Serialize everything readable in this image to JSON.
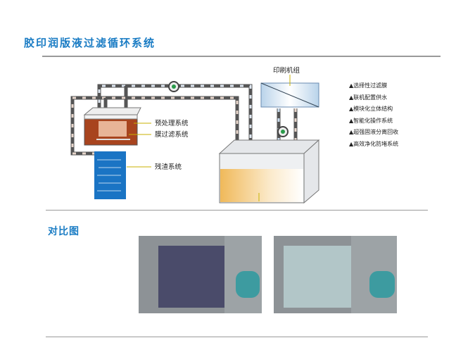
{
  "title": "胶印润版液过滤循环系统",
  "diagram": {
    "labels": {
      "press": "印刷机组",
      "pretreatment": "预处理系统",
      "membrane": "膜过滤系统",
      "residue": "残渣系统"
    },
    "features": [
      "▲选择性过滤膜",
      "▲联机配置供水",
      "▲模块化立体结构",
      "▲智能化操作系统",
      "▲超强固液分离回收",
      "▲高效净化防堵系统"
    ]
  },
  "comparison": {
    "title": "对比图"
  },
  "colors": {
    "accent": "#1a7cc4",
    "pipe_red": "#c0502a",
    "pipe_blue": "#2a78c8"
  }
}
